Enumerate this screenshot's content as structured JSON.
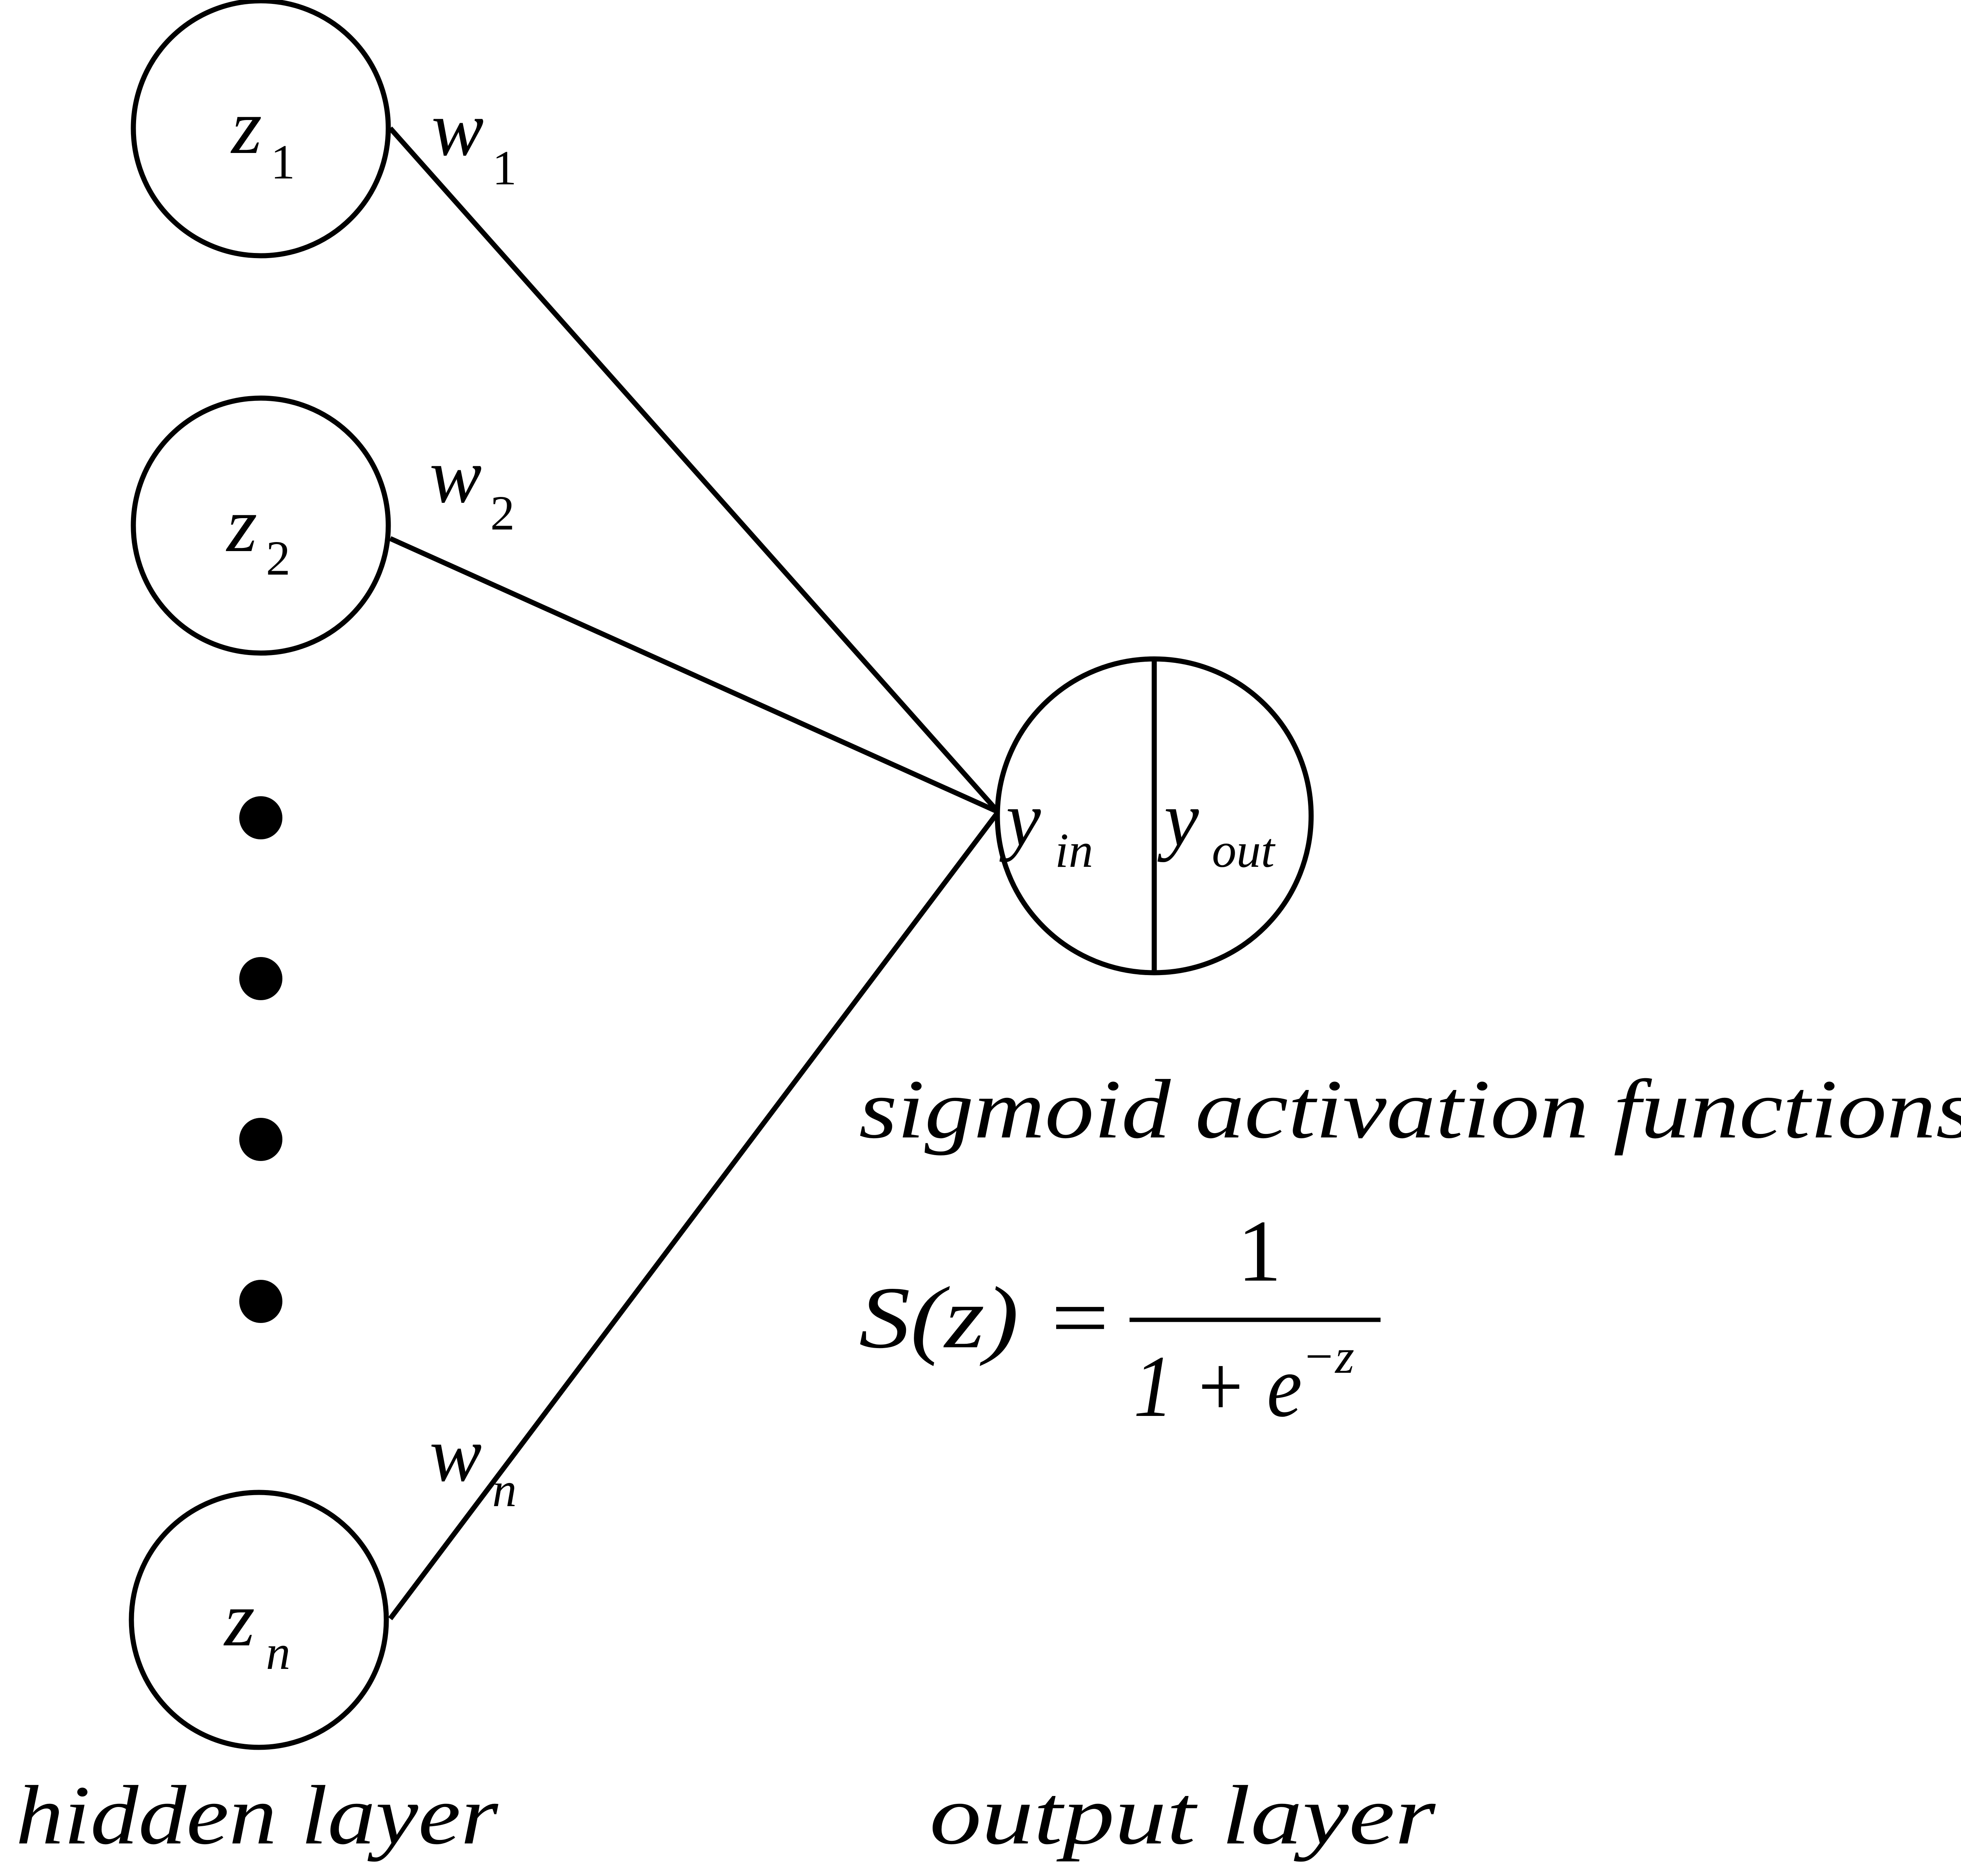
{
  "diagram": {
    "hidden_nodes": [
      {
        "symbol": "z",
        "subscript": "1"
      },
      {
        "symbol": "z",
        "subscript": "2"
      },
      {
        "symbol": "z",
        "subscript": "n"
      }
    ],
    "weights": [
      {
        "symbol": "w",
        "subscript": "1"
      },
      {
        "symbol": "w",
        "subscript": "2"
      },
      {
        "symbol": "w",
        "subscript": "n"
      }
    ],
    "output_node": {
      "left": {
        "symbol": "y",
        "subscript": "in"
      },
      "right": {
        "symbol": "y",
        "subscript": "out"
      }
    },
    "activation_heading": "sigmoid activation functions :",
    "formula": {
      "lhs": "S(z) =",
      "numerator": "1",
      "denominator": "1 + e",
      "exponent": "−z"
    },
    "labels": {
      "hidden_layer": "hidden layer",
      "output_layer": "output layer"
    }
  }
}
